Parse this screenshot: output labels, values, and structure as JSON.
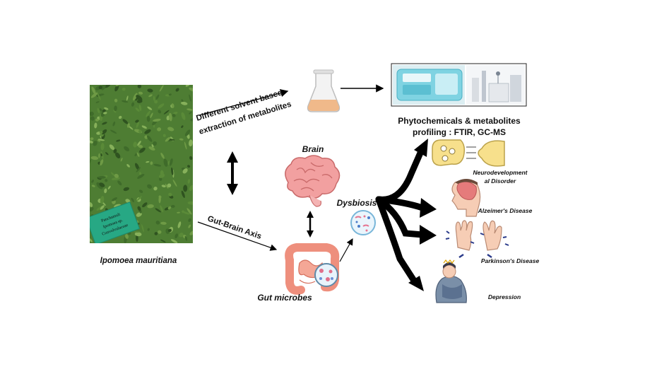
{
  "plant": {
    "name": "Ipomoea mauritiana",
    "sign_lines": [
      "Panchamuli",
      "Ipomoea sp.",
      "Convolvulaceae"
    ]
  },
  "extraction": {
    "line1": "Different solvent based",
    "line2": "extraction of metabolites"
  },
  "axis": {
    "label": "Gut-Brain Axis"
  },
  "brain": {
    "label": "Brain"
  },
  "gut": {
    "label": "Gut microbes"
  },
  "dysbiosis": {
    "label": "Dysbiosis"
  },
  "profiling": {
    "line1": "Phytochemicals & metabolites",
    "line2": "profiling : FTIR, GC-MS"
  },
  "disorders": {
    "neuro": {
      "line1": "Neurodevelopment",
      "line2": "al Disorder"
    },
    "alzheimer": "Alzeimer's Disease",
    "parkinson": "Parkinson's Disease",
    "depression": "Depression"
  },
  "colors": {
    "leaf_dark": "#3f6b2a",
    "leaf_light": "#6e9a45",
    "sign": "#27a884",
    "flask_liquid": "#f0b98a",
    "instrument": "#7fd3e2",
    "brain": "#f2a0a0",
    "gut": "#ee8f7d",
    "synapse": "#f7e08c",
    "arrow": "#000000"
  }
}
